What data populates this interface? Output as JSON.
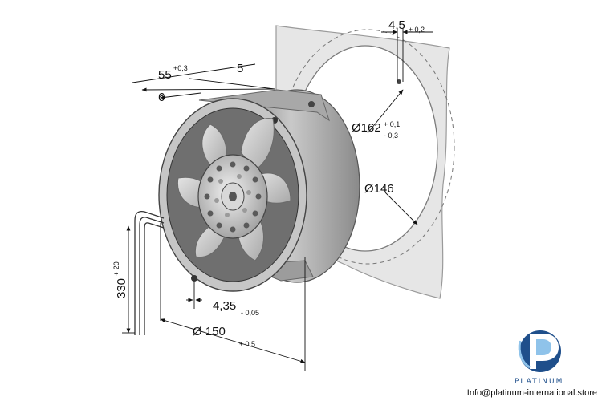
{
  "dimensions": {
    "depth_total": {
      "value": "55",
      "tolerance": "+0,3"
    },
    "flange_thickness": {
      "value": "5"
    },
    "rim_offset": {
      "value": "6"
    },
    "hole_spacing": {
      "value": "4,5",
      "tolerance": "± 0,2"
    },
    "cutout_diameter_max": {
      "value": "Ø162",
      "tolerance_upper": "+ 0,1",
      "tolerance_lower": "- 0,3"
    },
    "cutout_diameter_min": {
      "value": "Ø146"
    },
    "cable_length": {
      "value": "330",
      "tolerance": "+ 20"
    },
    "mounting_hole": {
      "value": "4,35",
      "tolerance": "- 0,05"
    },
    "fan_diameter": {
      "value": "Ø 150",
      "tolerance": "± 0,5"
    }
  },
  "brand": {
    "name": "PLATINUM",
    "email": "Info@platinum-international.store"
  },
  "colors": {
    "panel": "#e6e6e6",
    "metal": "#c8c8c8",
    "metal_dark": "#8d8d8d",
    "brand_blue": "#1f4f8b",
    "brand_light": "#8fc3ea"
  }
}
